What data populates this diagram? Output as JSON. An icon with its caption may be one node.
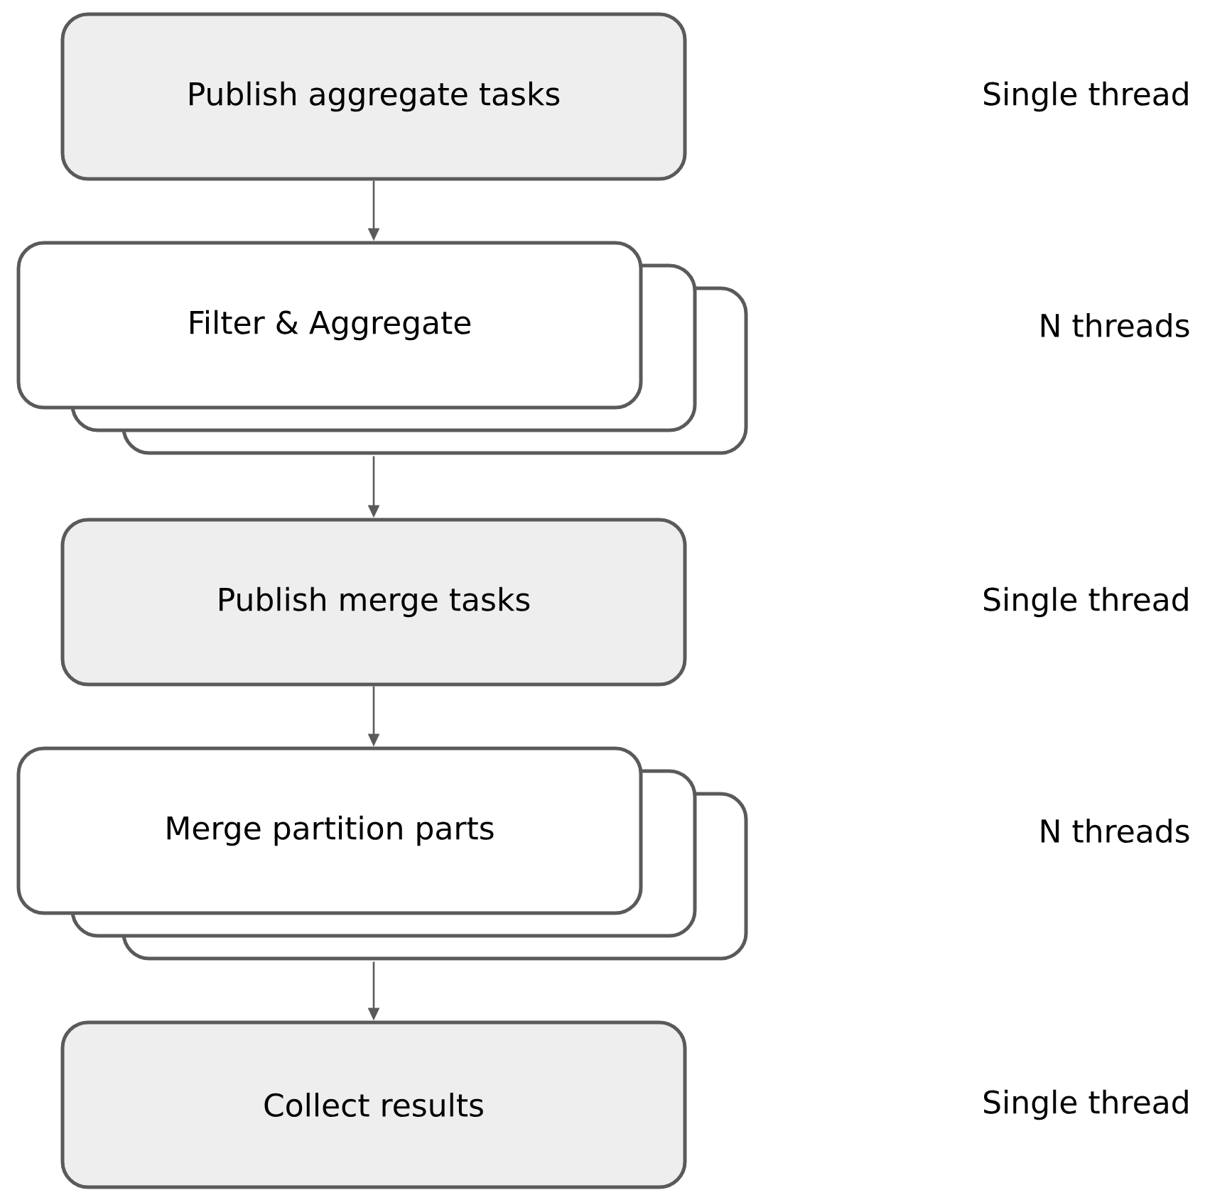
{
  "diagram": {
    "nodes": [
      {
        "text": [
          "Publish aggregate tasks"
        ]
      },
      {
        "text": [
          "Filter & Aggregate"
        ]
      },
      {
        "text": [
          "Publish merge tasks"
        ]
      },
      {
        "text": [
          "Merge partition parts"
        ]
      },
      {
        "text": [
          "Collect results"
        ]
      }
    ],
    "edges": [
      {
        "from": 0,
        "to": 1,
        "arrow": "to"
      },
      {
        "from": 1,
        "to": 2,
        "arrow": "to"
      },
      {
        "from": 2,
        "to": 3,
        "arrow": "to"
      },
      {
        "from": 3,
        "to": 4,
        "arrow": "to"
      }
    ],
    "labels": [
      "Single thread",
      "N threads",
      "Single thread",
      "N threads",
      "Single thread"
    ]
  }
}
